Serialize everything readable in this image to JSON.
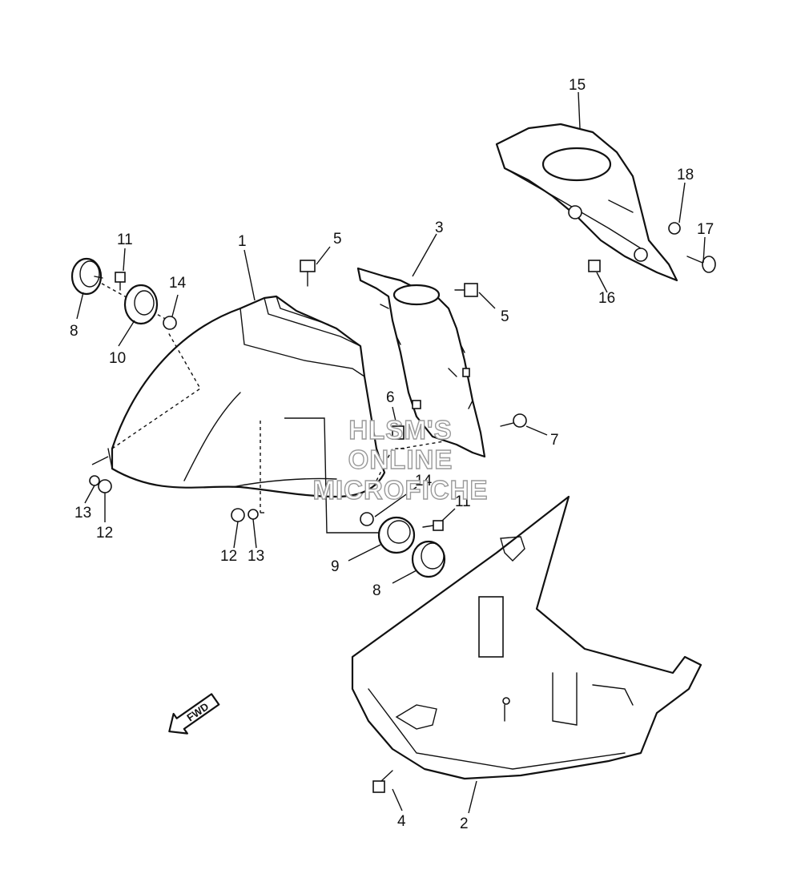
{
  "diagram": {
    "watermark": [
      "HLSM'S",
      "ONLINE",
      "MICROFICHE"
    ],
    "direction_label": "FWD",
    "callouts": [
      "1",
      "2",
      "3",
      "4",
      "5",
      "5",
      "6",
      "7",
      "8",
      "8",
      "9",
      "10",
      "11",
      "11",
      "12",
      "12",
      "13",
      "13",
      "14",
      "14",
      "15",
      "16",
      "17",
      "18"
    ]
  }
}
